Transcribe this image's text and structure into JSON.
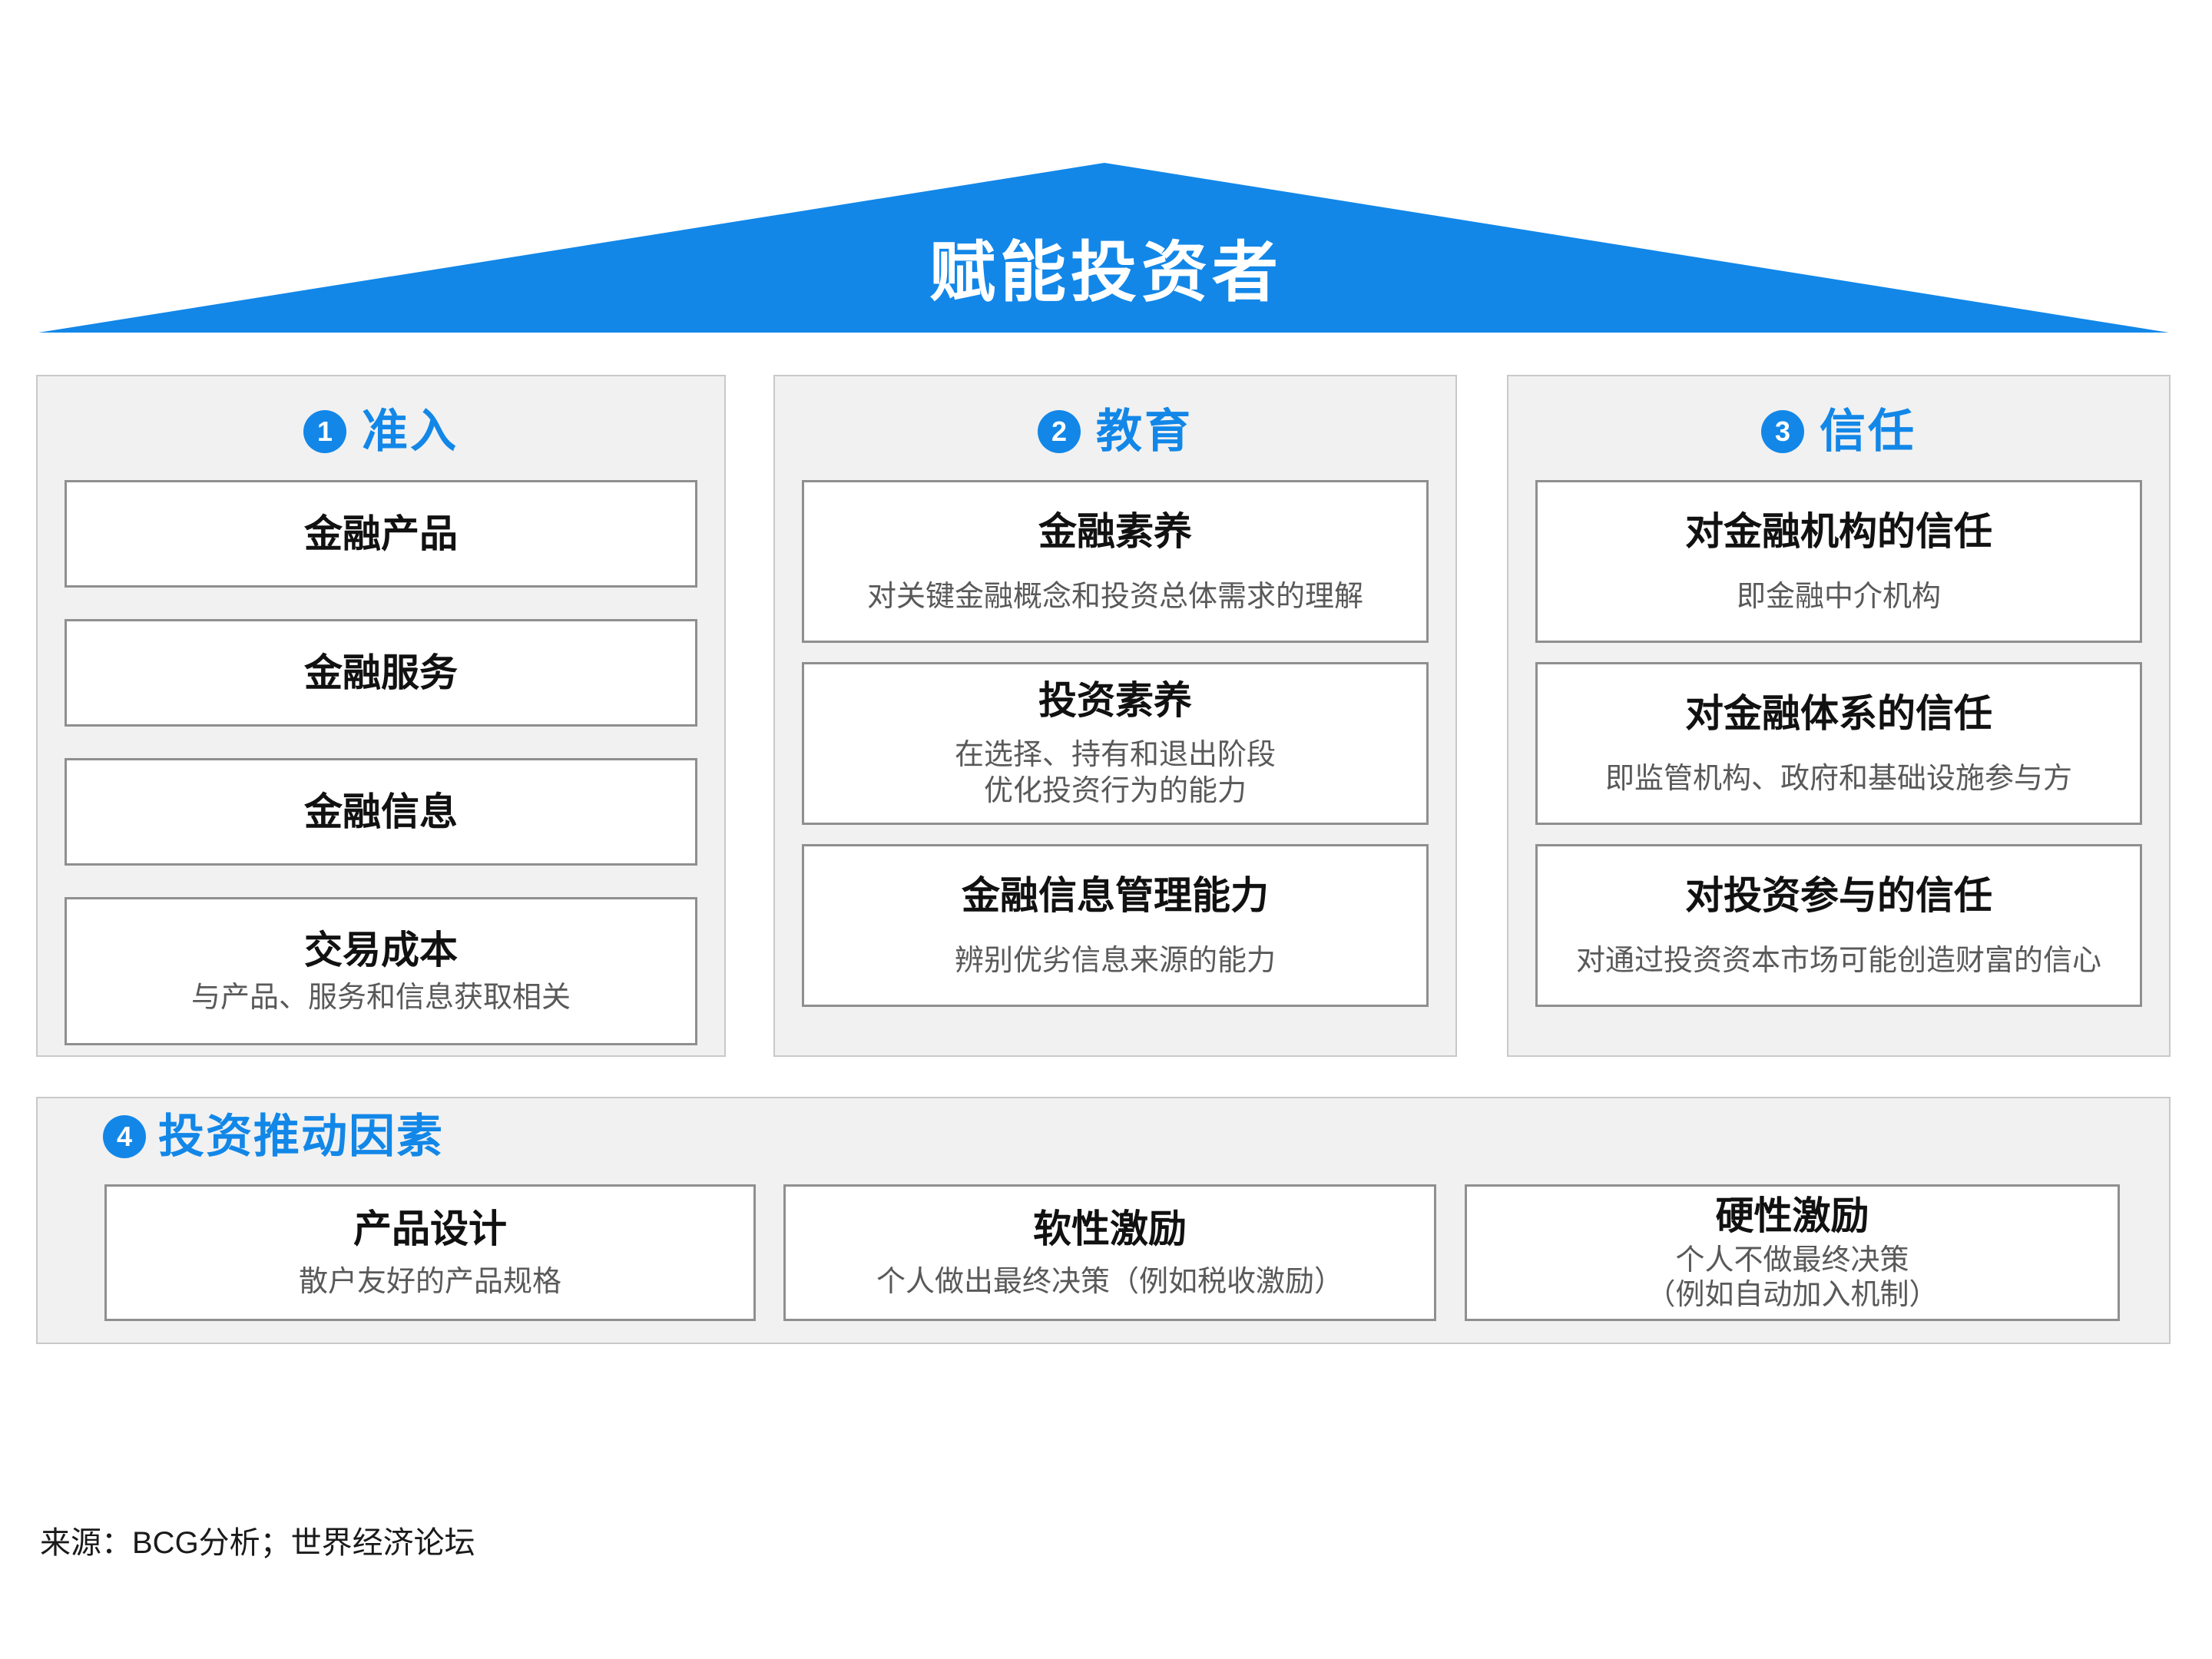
{
  "title": "赋能投资者",
  "colors": {
    "brand_blue": "#1287E8",
    "panel_bg": "#F1F1F1",
    "panel_border": "#C9C9C9",
    "box_border": "#8F8F8F",
    "title_text": "#111111",
    "subtitle_text": "#595959"
  },
  "columns": [
    {
      "number": "1",
      "label": "准入",
      "boxes": [
        {
          "title": "金融产品"
        },
        {
          "title": "金融服务"
        },
        {
          "title": "金融信息"
        },
        {
          "title": "交易成本",
          "subtitle": "与产品、服务和信息获取相关"
        }
      ]
    },
    {
      "number": "2",
      "label": "教育",
      "boxes": [
        {
          "title": "金融素养",
          "subtitle": "对关键金融概念和投资总体需求的理解"
        },
        {
          "title": "投资素养",
          "subtitle": "在选择、持有和退出阶段\n优化投资行为的能力"
        },
        {
          "title": "金融信息管理能力",
          "subtitle": "辨别优劣信息来源的能力"
        }
      ]
    },
    {
      "number": "3",
      "label": "信任",
      "boxes": [
        {
          "title": "对金融机构的信任",
          "subtitle": "即金融中介机构"
        },
        {
          "title": "对金融体系的信任",
          "subtitle": "即监管机构、政府和基础设施参与方"
        },
        {
          "title": "对投资参与的信任",
          "subtitle": "对通过投资资本市场可能创造财富的信心"
        }
      ]
    }
  ],
  "bottom_band": {
    "number": "4",
    "label": "投资推动因素",
    "boxes": [
      {
        "title": "产品设计",
        "subtitle": "散户友好的产品规格"
      },
      {
        "title": "软性激励",
        "subtitle": "个人做出最终决策（例如税收激励）"
      },
      {
        "title": "硬性激励",
        "subtitle": "个人不做最终决策\n（例如自动加入机制）"
      }
    ]
  },
  "footer": {
    "source": "来源：BCG分析；世界经济论坛"
  }
}
